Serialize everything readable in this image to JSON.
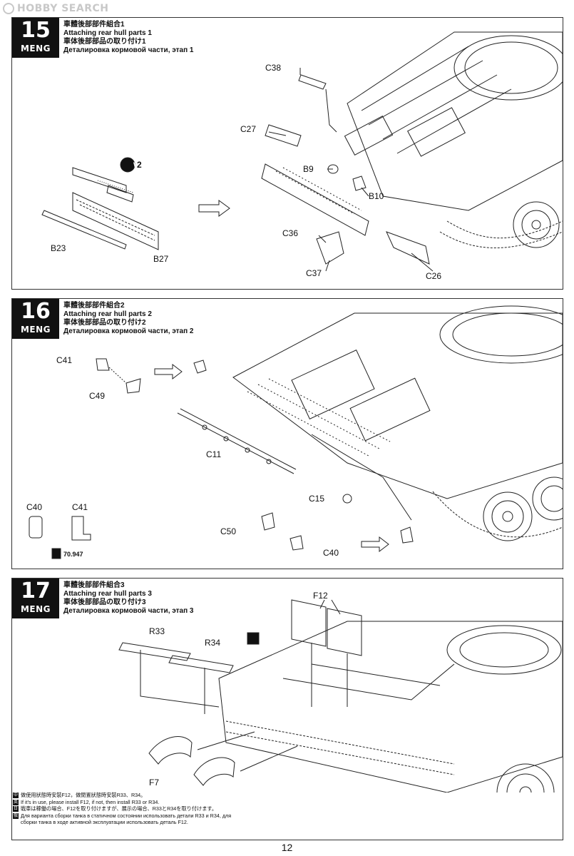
{
  "watermark": "HOBBY SEARCH",
  "brand": "MENG",
  "steps": [
    {
      "number": "15",
      "title_zh": "車體後部部件組合1",
      "title_en": "Attaching rear hull parts 1",
      "title_ja": "車体後部部品の取り付け1",
      "title_ru": "Деталировка кормовой части, этап 1",
      "parts": [
        "C38",
        "C27",
        "B9",
        "B10",
        "C36",
        "C37",
        "C26",
        "B23",
        "B27"
      ],
      "wire_badge": "W",
      "wire_count": "2"
    },
    {
      "number": "16",
      "title_zh": "車體後部部件組合2",
      "title_en": "Attaching rear hull parts 2",
      "title_ja": "車体後部部品の取り付け2",
      "title_ru": "Деталировка кормовой части, этап 2",
      "parts": [
        "C41",
        "C49",
        "C11",
        "C15",
        "C50",
        "C40",
        "C40",
        "C41"
      ],
      "paint_code": "70.947"
    },
    {
      "number": "17",
      "title_zh": "車體後部部件組合3",
      "title_en": "Attaching rear hull parts 3",
      "title_ja": "車体後部部品の取り付け3",
      "title_ru": "Деталировка кормовой части, этап 3",
      "parts": [
        "F12",
        "R33",
        "R34",
        "F7"
      ]
    }
  ],
  "notes": [
    {
      "flag": "中",
      "text": "做使用狀態時安裝F12，做閒置狀態時安裝R33、R34。"
    },
    {
      "flag": "英",
      "text": "If it's in use, please install F12, if not, then install R33 or R34."
    },
    {
      "flag": "日",
      "text": "戦車は稼働の場合、F12を取り付けますが、展示の場合、R33とR34を取り付けます。"
    },
    {
      "flag": "俄",
      "text": "Для варианта сборки танка в статичном состоянии использовать детали R33 и R34, для"
    },
    {
      "flag": "",
      "text": "сборки танка в ходе активной эксплуатации использовать деталь F12."
    }
  ],
  "page_number": "12"
}
